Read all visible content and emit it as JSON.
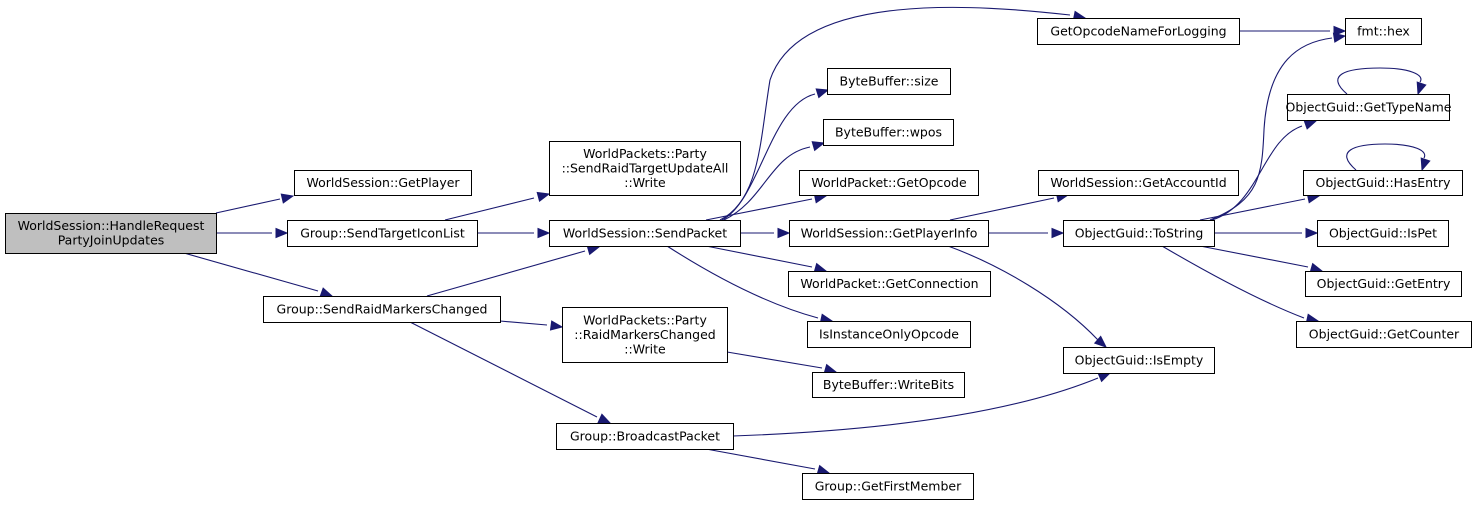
{
  "title": "Call graph of WorldSession::HandleRequestPartyJoinUpdates",
  "colors": {
    "edge": "#191970",
    "root_fill": "#bfbfbf",
    "node_fill": "#ffffff",
    "node_border": "#000000"
  },
  "nodes": [
    {
      "id": "root",
      "lines": [
        "WorldSession::HandleRequest",
        "PartyJoinUpdates"
      ],
      "root": true
    },
    {
      "id": "getplayer",
      "lines": [
        "WorldSession::GetPlayer"
      ]
    },
    {
      "id": "sendtargeticonlist",
      "lines": [
        "Group::SendTargetIconList"
      ]
    },
    {
      "id": "sendraidmarkerschanged",
      "lines": [
        "Group::SendRaidMarkersChanged"
      ]
    },
    {
      "id": "sendraidtargetupdateall_write",
      "lines": [
        "WorldPackets::Party",
        "::SendRaidTargetUpdateAll",
        "::Write"
      ]
    },
    {
      "id": "sendpacket",
      "lines": [
        "WorldSession::SendPacket"
      ]
    },
    {
      "id": "raidmarkerschanged_write",
      "lines": [
        "WorldPackets::Party",
        "::RaidMarkersChanged",
        "::Write"
      ]
    },
    {
      "id": "broadcastpacket",
      "lines": [
        "Group::BroadcastPacket"
      ]
    },
    {
      "id": "getopcodenameforlogging",
      "lines": [
        "GetOpcodeNameForLogging"
      ]
    },
    {
      "id": "bytebuffer_size",
      "lines": [
        "ByteBuffer::size"
      ]
    },
    {
      "id": "bytebuffer_wpos",
      "lines": [
        "ByteBuffer::wpos"
      ]
    },
    {
      "id": "worldpacket_getopcode",
      "lines": [
        "WorldPacket::GetOpcode"
      ]
    },
    {
      "id": "getplayerinfo",
      "lines": [
        "WorldSession::GetPlayerInfo"
      ]
    },
    {
      "id": "worldpacket_getconnection",
      "lines": [
        "WorldPacket::GetConnection"
      ]
    },
    {
      "id": "isinstanceonlyopcode",
      "lines": [
        "IsInstanceOnlyOpcode"
      ]
    },
    {
      "id": "bytebuffer_writebits",
      "lines": [
        "ByteBuffer::WriteBits"
      ]
    },
    {
      "id": "group_getfirstmember",
      "lines": [
        "Group::GetFirstMember"
      ]
    },
    {
      "id": "fmt_hex",
      "lines": [
        "fmt::hex"
      ]
    },
    {
      "id": "getaccountid",
      "lines": [
        "WorldSession::GetAccountId"
      ]
    },
    {
      "id": "tostring",
      "lines": [
        "ObjectGuid::ToString"
      ]
    },
    {
      "id": "isempty",
      "lines": [
        "ObjectGuid::IsEmpty"
      ]
    },
    {
      "id": "gettypename",
      "lines": [
        "ObjectGuid::GetTypeName"
      ]
    },
    {
      "id": "hasentry",
      "lines": [
        "ObjectGuid::HasEntry"
      ]
    },
    {
      "id": "ispet",
      "lines": [
        "ObjectGuid::IsPet"
      ]
    },
    {
      "id": "getentry",
      "lines": [
        "ObjectGuid::GetEntry"
      ]
    },
    {
      "id": "getcounter",
      "lines": [
        "ObjectGuid::GetCounter"
      ]
    }
  ],
  "edges": [
    [
      "root",
      "getplayer"
    ],
    [
      "root",
      "sendtargeticonlist"
    ],
    [
      "root",
      "sendraidmarkerschanged"
    ],
    [
      "sendtargeticonlist",
      "sendraidtargetupdateall_write"
    ],
    [
      "sendtargeticonlist",
      "sendpacket"
    ],
    [
      "sendraidmarkerschanged",
      "sendpacket"
    ],
    [
      "sendraidmarkerschanged",
      "raidmarkerschanged_write"
    ],
    [
      "sendraidmarkerschanged",
      "broadcastpacket"
    ],
    [
      "sendpacket",
      "getopcodenameforlogging"
    ],
    [
      "sendpacket",
      "bytebuffer_size"
    ],
    [
      "sendpacket",
      "bytebuffer_wpos"
    ],
    [
      "sendpacket",
      "worldpacket_getopcode"
    ],
    [
      "sendpacket",
      "getplayerinfo"
    ],
    [
      "sendpacket",
      "worldpacket_getconnection"
    ],
    [
      "sendpacket",
      "isinstanceonlyopcode"
    ],
    [
      "raidmarkerschanged_write",
      "bytebuffer_writebits"
    ],
    [
      "broadcastpacket",
      "isempty"
    ],
    [
      "broadcastpacket",
      "group_getfirstmember"
    ],
    [
      "getopcodenameforlogging",
      "fmt_hex"
    ],
    [
      "getplayerinfo",
      "getaccountid"
    ],
    [
      "getplayerinfo",
      "tostring"
    ],
    [
      "getplayerinfo",
      "isempty"
    ],
    [
      "tostring",
      "fmt_hex"
    ],
    [
      "tostring",
      "gettypename"
    ],
    [
      "tostring",
      "hasentry"
    ],
    [
      "tostring",
      "ispet"
    ],
    [
      "tostring",
      "getentry"
    ],
    [
      "tostring",
      "getcounter"
    ],
    [
      "gettypename",
      "gettypename"
    ],
    [
      "hasentry",
      "hasentry"
    ]
  ]
}
